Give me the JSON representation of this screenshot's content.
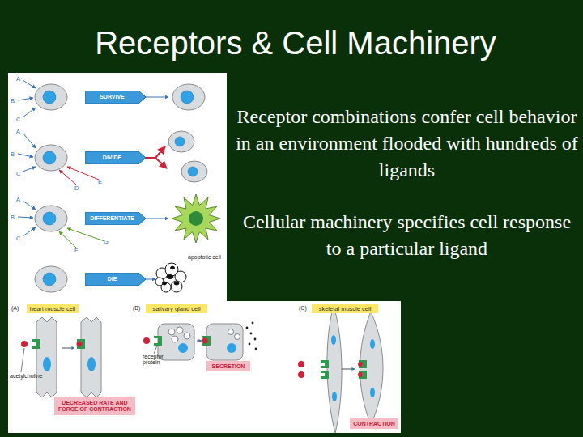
{
  "diagram": {
    "title": "Receptors & Cell Machinery",
    "nodes": [
      {
        "text": [
          "SURVIVE"
        ]
      },
      {
        "text": [
          "DIVIDE"
        ]
      },
      {
        "text": [
          "DIFFERENTIATE"
        ]
      },
      {
        "text": [
          "DIE"
        ]
      },
      {
        "text": [
          "heart muscle cell"
        ]
      },
      {
        "text": [
          "salivary gland cell"
        ]
      },
      {
        "text": [
          "skeletal muscle cell"
        ]
      },
      {
        "text": [
          "DECREASED RATE AND FORCE OF CONTRACTION"
        ]
      },
      {
        "text": [
          "SECRETION"
        ]
      },
      {
        "text": [
          "CONTRACTION"
        ]
      }
    ],
    "labels": [
      "A",
      "B",
      "C",
      "A",
      "B",
      "C",
      "D",
      "E",
      "A",
      "B",
      "C",
      "F",
      "G",
      "apoptotic cell",
      "(A)",
      "(B)",
      "(C)",
      "acetylcholine",
      "receptor protein",
      "Receptor combinations confer cell behavior in an environment flooded with hundreds of ligands",
      "Cellular machinery specifies cell response to a particular ligand"
    ]
  }
}
